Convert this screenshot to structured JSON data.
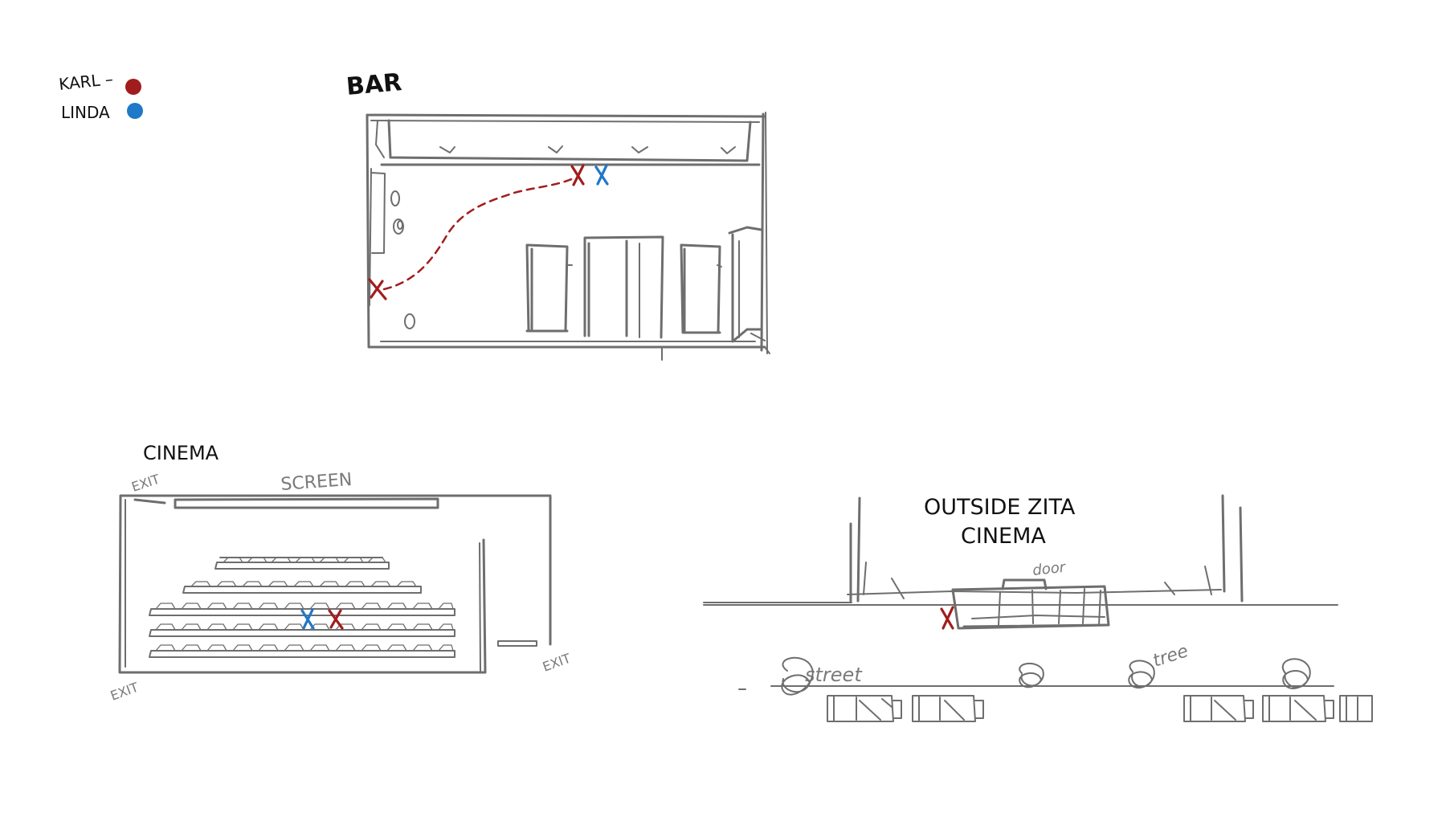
{
  "legend": {
    "items": [
      {
        "label": "KARL –",
        "color": "#a11d1d"
      },
      {
        "label": "LINDA",
        "color": "#1f78c8"
      }
    ]
  },
  "bar": {
    "title": "BAR"
  },
  "cinema": {
    "title": "CINEMA",
    "screen_label": "SCREEN",
    "exit_top_left": "EXIT",
    "exit_bottom_left": "EXIT",
    "exit_right": "EXIT"
  },
  "outside": {
    "title_line1": "OUTSIDE ZITA",
    "title_line2": "CINEMA",
    "door_label": "door",
    "street_label": "street",
    "tree_label": "tree"
  },
  "colors": {
    "karl": "#a11d1d",
    "linda": "#1f78c8",
    "sketch": "#6e6e6e"
  }
}
